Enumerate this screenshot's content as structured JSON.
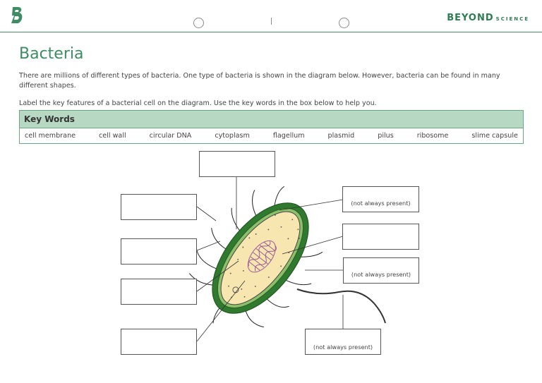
{
  "header": {
    "logo_icon": "beyond-b-logo-icon",
    "brand_main": "BEYOND",
    "brand_sub": "SCIENCE",
    "brand_color": "#2e7d52"
  },
  "title": "Bacteria",
  "intro": "There are millions of different types of bacteria. One type of bacteria is shown in the diagram below. However, bacteria can be found in many different shapes.",
  "instruction": "Label the key features of a bacterial cell on the diagram. Use the key words in the box below to help you.",
  "key_words": {
    "heading": "Key Words",
    "words": [
      "cell membrane",
      "cell wall",
      "circular DNA",
      "cytoplasm",
      "flagellum",
      "plasmid",
      "pilus",
      "ribosome",
      "slime capsule"
    ]
  },
  "diagram": {
    "label_boxes": [
      {
        "id": "top",
        "text": ""
      },
      {
        "id": "left-1",
        "text": ""
      },
      {
        "id": "left-2",
        "text": ""
      },
      {
        "id": "left-3",
        "text": ""
      },
      {
        "id": "left-4",
        "text": ""
      },
      {
        "id": "right-1",
        "text": "(not always present)"
      },
      {
        "id": "right-2",
        "text": ""
      },
      {
        "id": "right-3",
        "text": "(not always present)"
      },
      {
        "id": "bottom",
        "text": "(not always present)"
      }
    ],
    "colors": {
      "capsule": "#2f7a2f",
      "wall": "#8cc06a",
      "cytoplasm": "#f8e6b0",
      "dna": "#9a5a9a"
    }
  }
}
